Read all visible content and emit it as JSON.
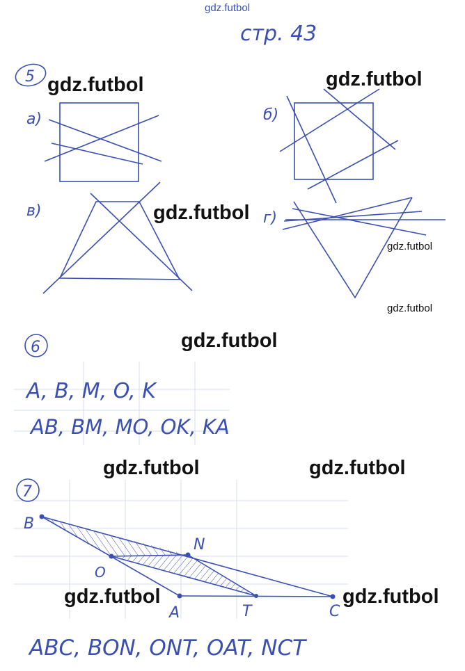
{
  "header": {
    "watermark_top": "gdz.futbol",
    "page_note": "стр. 43"
  },
  "watermarks": [
    "gdz.futbol",
    "gdz.futbol",
    "gdz.futbol",
    "gdz.futbol",
    "gdz.futbol",
    "gdz.futbol",
    "gdz.futbol",
    "gdz.futbol",
    "gdz.futbol",
    "gdz.futbol"
  ],
  "task5": {
    "number": "5",
    "labels": [
      "а)",
      "б)",
      "в)",
      "г)"
    ]
  },
  "task6": {
    "number": "6",
    "points_line": "A, B, M, O, K",
    "segments_line": "AB, BM, MO, OK, KA"
  },
  "task7": {
    "number": "7",
    "points": [
      "B",
      "O",
      "N",
      "A",
      "T",
      "C"
    ],
    "answer": "ABC, BON, ONT, OAT, NCT"
  },
  "colors": {
    "ink": "#3a4fb0",
    "watermark": "#111111"
  }
}
